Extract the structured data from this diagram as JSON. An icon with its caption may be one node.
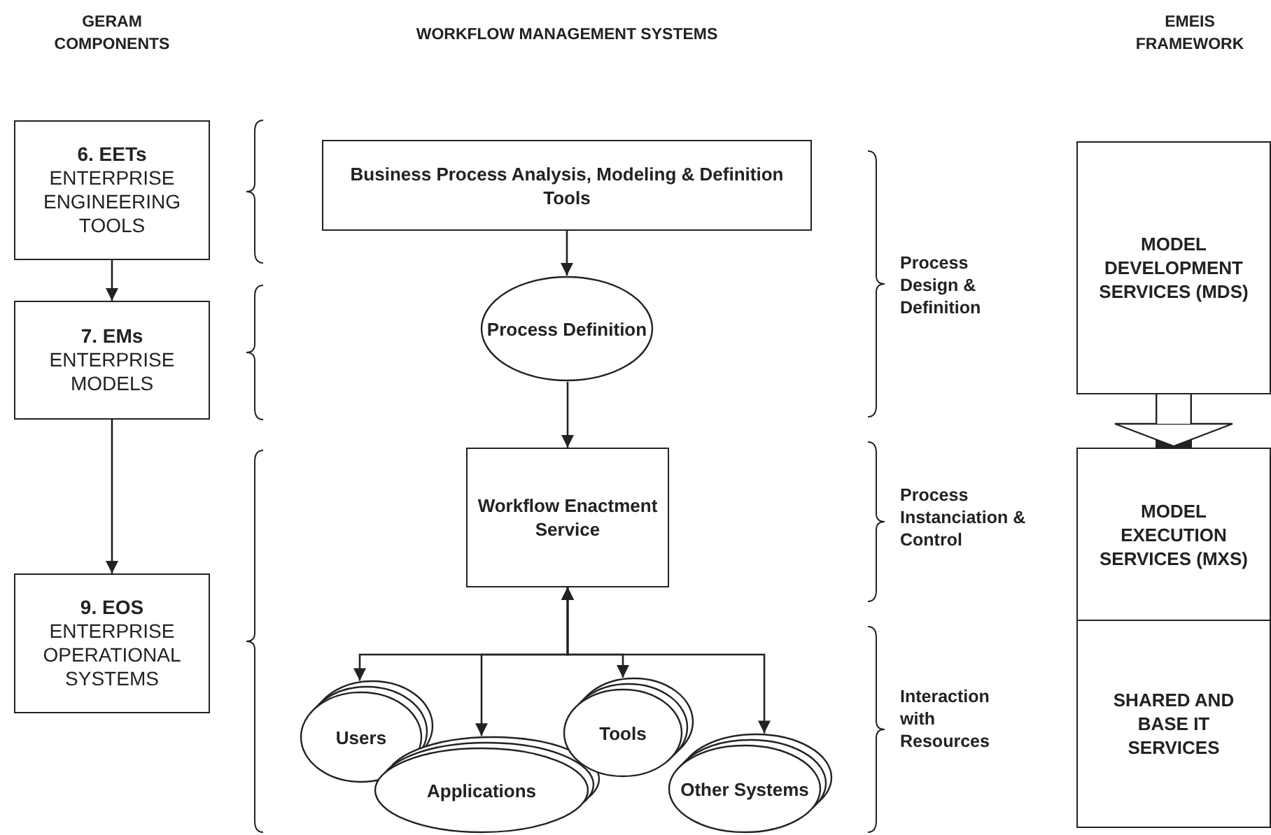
{
  "diagram": {
    "nodes": [
      {
        "text": [
          "6. EETs",
          "ENTERPRISE ENGINEERING TOOLS"
        ]
      },
      {
        "text": [
          "7. EMs",
          "ENTERPRISE MODELS"
        ]
      },
      {
        "text": [
          "9. EOS",
          "ENTERPRISE OPERATIONAL SYSTEMS"
        ]
      },
      {
        "text": [
          "Business Process Analysis, Modeling & Definition Tools"
        ]
      },
      {
        "text": [
          "Process Definition"
        ]
      },
      {
        "text": [
          "Workflow Enactment Service"
        ]
      },
      {
        "text": [
          "Users"
        ]
      },
      {
        "text": [
          "Applications"
        ]
      },
      {
        "text": [
          "Tools"
        ]
      },
      {
        "text": [
          "Other Systems"
        ]
      },
      {
        "text": [
          "MODEL DEVELOPMENT SERVICES (MDS)"
        ]
      },
      {
        "text": [
          "MODEL EXECUTION SERVICES (MXS)"
        ]
      },
      {
        "text": [
          "SHARED AND BASE IT SERVICES"
        ]
      }
    ],
    "edges": [
      {
        "from": 0,
        "to": 1,
        "arrow": "to"
      },
      {
        "from": 1,
        "to": 2,
        "arrow": "to"
      },
      {
        "from": 3,
        "to": 4,
        "arrow": "to"
      },
      {
        "from": 4,
        "to": 5,
        "arrow": "to"
      },
      {
        "from": 5,
        "to": 6,
        "arrow": "both"
      },
      {
        "from": 5,
        "to": 7,
        "arrow": "both"
      },
      {
        "from": 5,
        "to": 8,
        "arrow": "both"
      },
      {
        "from": 5,
        "to": 9,
        "arrow": "both"
      },
      {
        "from": 10,
        "to": 11,
        "arrow": "to",
        "style": "thick"
      }
    ],
    "labels": [
      "GERAM COMPONENTS",
      "WORKFLOW MANAGEMENT SYSTEMS",
      "EMEIS FRAMEWORK",
      "Process Design & Definition",
      "Process Instanciation & Control",
      "Interaction with Resources"
    ]
  }
}
